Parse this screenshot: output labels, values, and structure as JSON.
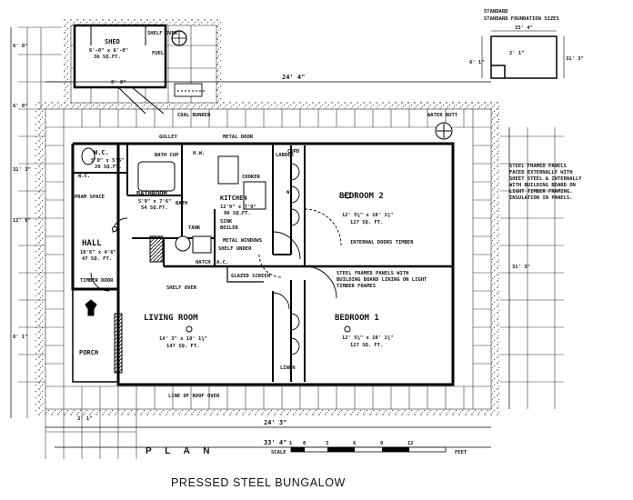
{
  "caption": "PRESSED STEEL BUNGALOW",
  "plan_label": "P L A N",
  "notes": {
    "standard_foundation": "STANDARD FOUNDATION SIZES",
    "panels_external": "STEEL FRAMED PANELS FACED EXTERNALLY WITH SHEET STEEL & INTERNALLY WITH BUILDING BOARD ON LIGHT TIMBER FRAMING. INSULATION IN PANELS.",
    "panels_internal": "STEEL FRAMED PANELS WITH BUILDING BOARD LINING ON LIGHT TIMBER FRAMES",
    "internal_doors": "INTERNAL DOORS TIMBER",
    "metal_windows": "METAL WINDOWS",
    "line_of_roof": "LINE OF ROOF OVER"
  },
  "rooms": {
    "shed": {
      "name": "SHED",
      "size": "6'-0\" x 6'-0\"",
      "area": "36 SQ.FT."
    },
    "wc": {
      "name": "W.C.",
      "size": "5'0\" x 5'6\"",
      "area": "20 SQ.FT."
    },
    "bathroom": {
      "name": "BATHROOM",
      "size": "5'9\" x 7'6\"",
      "area": "54 SQ.FT."
    },
    "kitchen": {
      "name": "KITCHEN",
      "size": "12'9\" x 7'9\"",
      "area": "90 SQ.FT."
    },
    "bedroom2": {
      "name": "BEDROOM 2",
      "size": "12' 5¾\" x 10' 1¾\"",
      "area": "127 SQ. FT."
    },
    "hall": {
      "name": "HALL",
      "size": "10'6\" x 4'6\"",
      "area": "47 SQ. FT."
    },
    "living": {
      "name": "LIVING ROOM",
      "size": "14' 3\" x 10' 1¾\"",
      "area": "147 SQ. FT."
    },
    "bedroom1": {
      "name": "BEDROOM 1",
      "size": "12' 5¾\" x 10' 1¾\"",
      "area": "127 SQ. FT."
    },
    "porch": {
      "name": "PORCH"
    }
  },
  "fixtures": {
    "coal_bunker": "COAL BUNKER",
    "gulley": "GULLEY",
    "metal_door": "METAL DOOR",
    "water_butt": "WATER BUTT",
    "bath_cupboard": "BATH CUP",
    "cooker": "COOKER",
    "sink": "SINK",
    "boiler": "BOILER",
    "larder": "LARDER",
    "linen": "LINEN",
    "pram_space": "PRAM SPACE",
    "timber_door": "TIMBER DOOR",
    "shelf_over": "SHELF OVER",
    "glazed_screen": "GLAZED SCREEN",
    "fuel": "FUEL",
    "shelf_over_shed": "SHELF OVER",
    "shelf_under": "SHELF UNDER",
    "cupboard": "CUPD",
    "wardrobe": "W",
    "bath": "BATH",
    "hw": "H.W.",
    "hatch": "HATCH",
    "wc_pan": "W.C.",
    "tank": "TANK",
    "ac": "A.C."
  },
  "dimensions": {
    "overall_top": "24' 4\"",
    "overall_bottom": "24' 3\"",
    "overall_bottom2": "33' 4\"",
    "right_height": "31' 3\"",
    "left_height": "31' 3\"",
    "foundation_width": "33' 4\"",
    "foundation_height": "31' 3\"",
    "foundation_small": "2' 1\"",
    "foundation_left": "6' 1\"",
    "shed_width": "8' 0\"",
    "left_top": "6' 0\"",
    "left_a": "6' 0\"",
    "left_b": "12' 0\"",
    "left_c": "8' 1\"",
    "bottom_left": "3' 1\""
  },
  "scale": {
    "label": "SCALE",
    "ticks": [
      "1",
      "0",
      "3",
      "6",
      "9",
      "12"
    ],
    "unit": "FEET"
  }
}
